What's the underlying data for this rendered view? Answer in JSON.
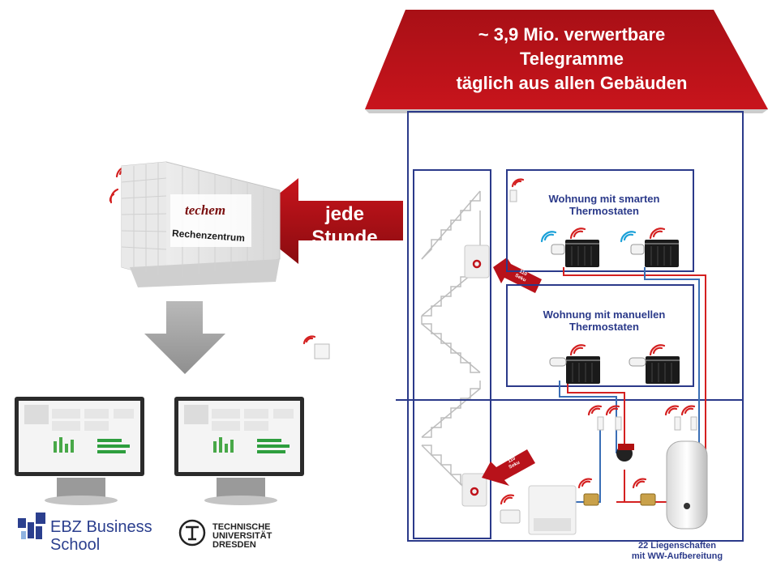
{
  "roof": {
    "line1": "~ 3,9 Mio. verwertbare",
    "line2": "Telegramme",
    "line3": "täglich aus allen Gebäuden"
  },
  "arrow": {
    "line1": "jede",
    "line2": "Stunde"
  },
  "datacenter": {
    "brand": "techem",
    "label": "Rechenzentrum"
  },
  "apartments": [
    {
      "line1": "Wohnung mit smarten",
      "line2": "Thermostaten"
    },
    {
      "line1": "Wohnung mit manuellen",
      "line2": "Thermostaten"
    }
  ],
  "stairwell_arrows": [
    {
      "line1": "110",
      "line2": "Seku"
    },
    {
      "line1": "110",
      "line2": "Seku"
    }
  ],
  "footer": {
    "line1": "22 Liegenschaften",
    "line2": "mit WW-Aufbereitung"
  },
  "logos": {
    "ebz": {
      "line1": "EBZ Business",
      "line2": "School"
    },
    "tu": {
      "line1": "TECHNISCHE",
      "line2": "UNIVERSITÄT",
      "line3": "DRESDEN"
    }
  },
  "colors": {
    "red": "#c0121a",
    "dark_red": "#8e0c10",
    "navy": "#2b3a8a",
    "pipe_blue": "#3b6fb6",
    "pipe_red": "#d42020"
  }
}
